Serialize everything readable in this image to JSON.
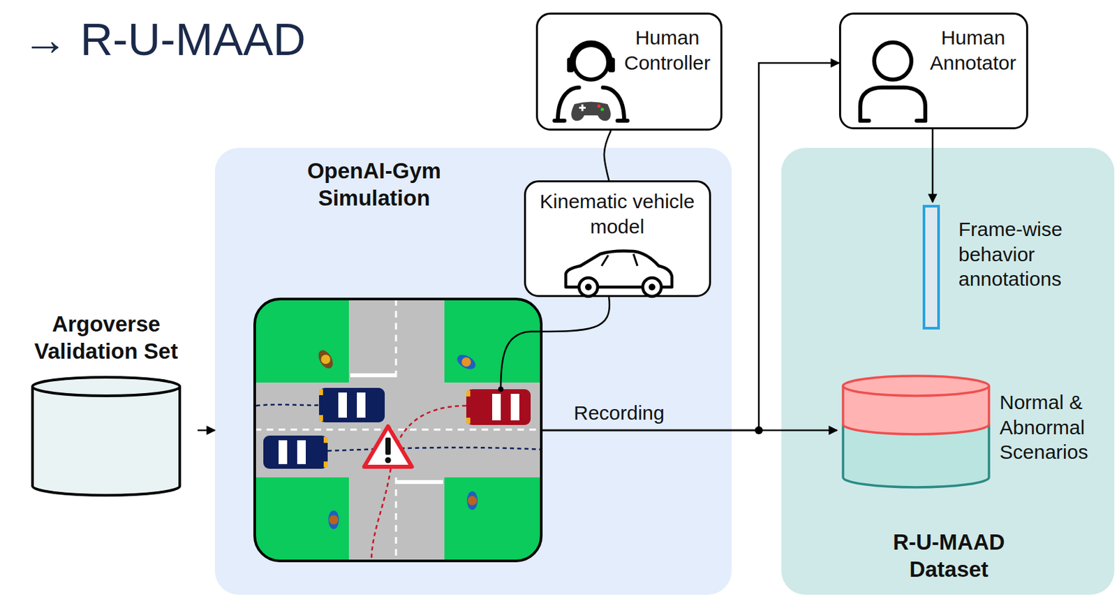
{
  "diagram": {
    "title": "→ R-U-MAAD",
    "nodes": [
      {
        "text": [
          "Human Controller"
        ]
      },
      {
        "text": [
          "Human Annotator"
        ]
      },
      {
        "text": [
          "OpenAI-Gym Simulation"
        ]
      },
      {
        "text": [
          "Kinematic vehicle model"
        ],
        "in": 2
      },
      {
        "text": [
          "Argoverse Validation Set"
        ]
      },
      {
        "text": [
          "R-U-MAAD Dataset"
        ]
      },
      {
        "text": [
          "Frame-wise behavior annotations"
        ],
        "in": 5
      },
      {
        "text": [
          "Normal & Abnormal Scenarios"
        ],
        "in": 5
      }
    ],
    "edges": [
      {
        "from": 4,
        "to": 2,
        "arrow": "to"
      },
      {
        "from": 0,
        "to": 3,
        "arrow": "none"
      },
      {
        "from": 2,
        "to": 7,
        "label": "Recording",
        "arrow": "to"
      },
      {
        "from": 2,
        "to": 1,
        "arrow": "to"
      },
      {
        "from": 1,
        "to": 6,
        "arrow": "to"
      }
    ]
  }
}
